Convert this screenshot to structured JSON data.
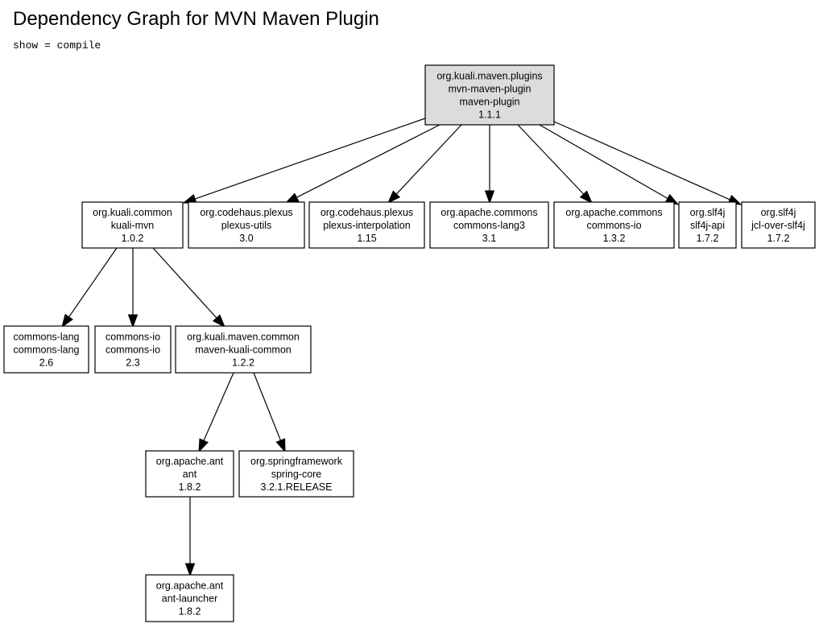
{
  "page": {
    "title": "Dependency Graph for MVN Maven Plugin",
    "subtitle": "show = compile"
  },
  "graph": {
    "nodes": [
      {
        "id": "root",
        "group": "org.kuali.maven.plugins",
        "artifact": "mvn-maven-plugin",
        "type": "maven-plugin",
        "version": "1.1.1",
        "highlight": true
      },
      {
        "id": "kuali-mvn",
        "group": "org.kuali.common",
        "artifact": "kuali-mvn",
        "version": "1.0.2"
      },
      {
        "id": "plexus-utils",
        "group": "org.codehaus.plexus",
        "artifact": "plexus-utils",
        "version": "3.0"
      },
      {
        "id": "plexus-interpolation",
        "group": "org.codehaus.plexus",
        "artifact": "plexus-interpolation",
        "version": "1.15"
      },
      {
        "id": "commons-lang3",
        "group": "org.apache.commons",
        "artifact": "commons-lang3",
        "version": "3.1"
      },
      {
        "id": "commons-io-apache",
        "group": "org.apache.commons",
        "artifact": "commons-io",
        "version": "1.3.2"
      },
      {
        "id": "slf4j-api",
        "group": "org.slf4j",
        "artifact": "slf4j-api",
        "version": "1.7.2"
      },
      {
        "id": "jcl-over-slf4j",
        "group": "org.slf4j",
        "artifact": "jcl-over-slf4j",
        "version": "1.7.2"
      },
      {
        "id": "commons-lang",
        "group": "commons-lang",
        "artifact": "commons-lang",
        "version": "2.6"
      },
      {
        "id": "commons-io",
        "group": "commons-io",
        "artifact": "commons-io",
        "version": "2.3"
      },
      {
        "id": "maven-kuali-common",
        "group": "org.kuali.maven.common",
        "artifact": "maven-kuali-common",
        "version": "1.2.2"
      },
      {
        "id": "ant",
        "group": "org.apache.ant",
        "artifact": "ant",
        "version": "1.8.2"
      },
      {
        "id": "spring-core",
        "group": "org.springframework",
        "artifact": "spring-core",
        "version": "3.2.1.RELEASE"
      },
      {
        "id": "ant-launcher",
        "group": "org.apache.ant",
        "artifact": "ant-launcher",
        "version": "1.8.2"
      }
    ],
    "edges": [
      {
        "from": "root",
        "to": "kuali-mvn"
      },
      {
        "from": "root",
        "to": "plexus-utils"
      },
      {
        "from": "root",
        "to": "plexus-interpolation"
      },
      {
        "from": "root",
        "to": "commons-lang3"
      },
      {
        "from": "root",
        "to": "commons-io-apache"
      },
      {
        "from": "root",
        "to": "slf4j-api"
      },
      {
        "from": "root",
        "to": "jcl-over-slf4j"
      },
      {
        "from": "kuali-mvn",
        "to": "commons-lang"
      },
      {
        "from": "kuali-mvn",
        "to": "commons-io"
      },
      {
        "from": "kuali-mvn",
        "to": "maven-kuali-common"
      },
      {
        "from": "maven-kuali-common",
        "to": "ant"
      },
      {
        "from": "maven-kuali-common",
        "to": "spring-core"
      },
      {
        "from": "ant",
        "to": "ant-launcher"
      }
    ]
  }
}
